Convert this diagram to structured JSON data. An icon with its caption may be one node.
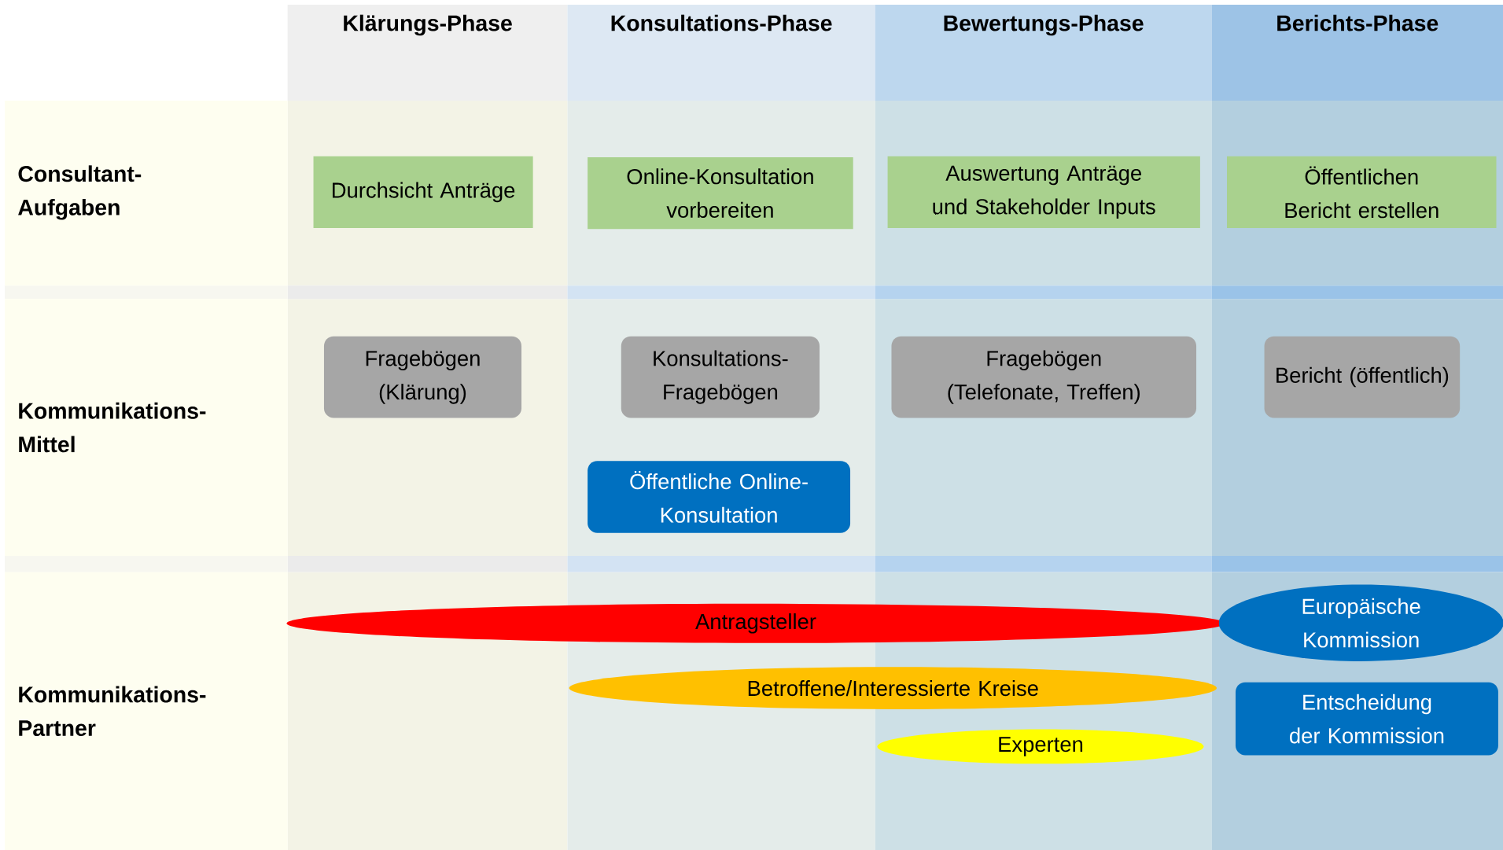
{
  "diagram": {
    "nodes": [
      {
        "text": [
          "Klärungs-Phase"
        ]
      },
      {
        "text": [
          "Konsultations-Phase"
        ]
      },
      {
        "text": [
          "Bewertungs-Phase"
        ]
      },
      {
        "text": [
          "Berichts-Phase"
        ]
      },
      {
        "text": [
          "Consultant-Aufgaben"
        ]
      },
      {
        "text": [
          "Kommunikations-Mittel"
        ]
      },
      {
        "text": [
          "Kommunikations-Partner"
        ]
      },
      {
        "text": [
          "Durchsicht Anträge"
        ]
      },
      {
        "text": [
          "Online-Konsultation vorbereiten"
        ]
      },
      {
        "text": [
          "Auswertung Anträge und Stakeholder Inputs"
        ]
      },
      {
        "text": [
          "Öffentlichen Bericht erstellen"
        ]
      },
      {
        "text": [
          "Fragebögen (Klärung)"
        ]
      },
      {
        "text": [
          "Konsultations-Fragebögen"
        ]
      },
      {
        "text": [
          "Fragebögen (Telefonate, Treffen)"
        ]
      },
      {
        "text": [
          "Bericht (öffentlich)"
        ]
      },
      {
        "text": [
          "Öffentliche Online-Konsultation"
        ]
      },
      {
        "text": [
          "Antragsteller"
        ]
      },
      {
        "text": [
          "Europäische Kommission"
        ]
      },
      {
        "text": [
          "Betroffene/Interessierte Kreise"
        ]
      },
      {
        "text": [
          "Entscheidung der Kommission"
        ]
      },
      {
        "text": [
          "Experten"
        ]
      }
    ]
  }
}
